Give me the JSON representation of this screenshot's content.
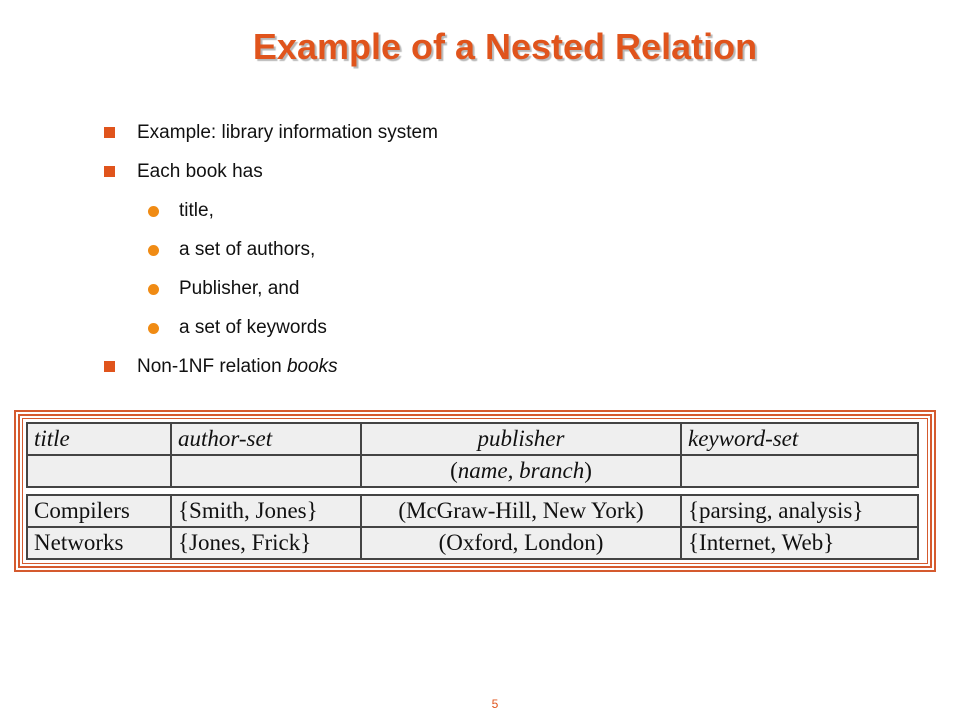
{
  "title": "Example of a Nested Relation",
  "bullets": [
    {
      "text": "Example:  library information system"
    },
    {
      "text": "Each book has"
    },
    {
      "text": "Non-1NF relation ",
      "emph": "books"
    }
  ],
  "sub_bullets": [
    "title,",
    "a set of authors,",
    "Publisher, and",
    "a set of keywords"
  ],
  "table": {
    "headers": [
      "title",
      "author-set",
      "publisher",
      "keyword-set"
    ],
    "subheader": {
      "open": "(",
      "name": "name, branch",
      "close": ")"
    },
    "rows": [
      [
        "Compilers",
        "{Smith, Jones}",
        "(McGraw-Hill, New York)",
        "{parsing, analysis}"
      ],
      [
        "Networks",
        "{Jones, Frick}",
        "(Oxford, London)",
        "{Internet, Web}"
      ]
    ]
  },
  "page_number": "5",
  "colors": {
    "accent": "#e0541c",
    "sub_bullet": "#f08b14",
    "frame": "#d55a2e"
  }
}
